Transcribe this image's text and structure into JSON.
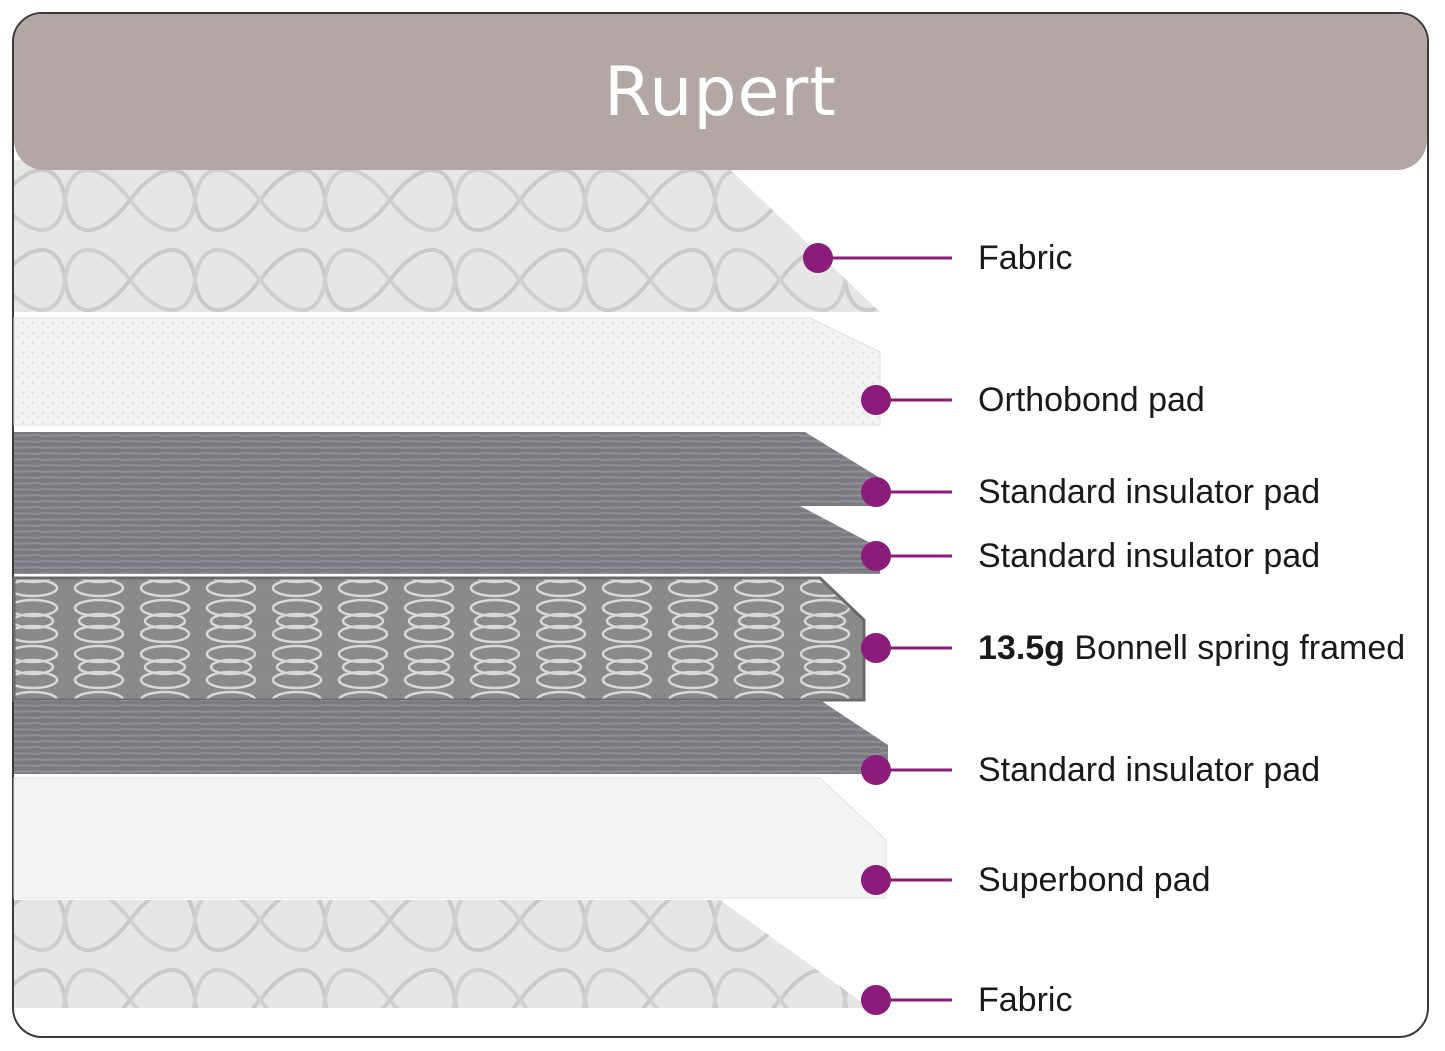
{
  "title": "Rupert",
  "accent_color": "#8b1c7a",
  "header_color": "#b3a7a5",
  "layers": [
    {
      "label": "Fabric",
      "material": "quilted-fabric"
    },
    {
      "label": "Orthobond pad",
      "material": "foam"
    },
    {
      "label": "Standard insulator pad",
      "material": "felt"
    },
    {
      "label": "Standard insulator pad",
      "material": "felt"
    },
    {
      "label_bold": "13.5g",
      "label": "Bonnell spring framed",
      "material": "spring-unit"
    },
    {
      "label": "Standard insulator pad",
      "material": "felt"
    },
    {
      "label": "Superbond pad",
      "material": "foam"
    },
    {
      "label": "Fabric",
      "material": "quilted-fabric"
    }
  ]
}
